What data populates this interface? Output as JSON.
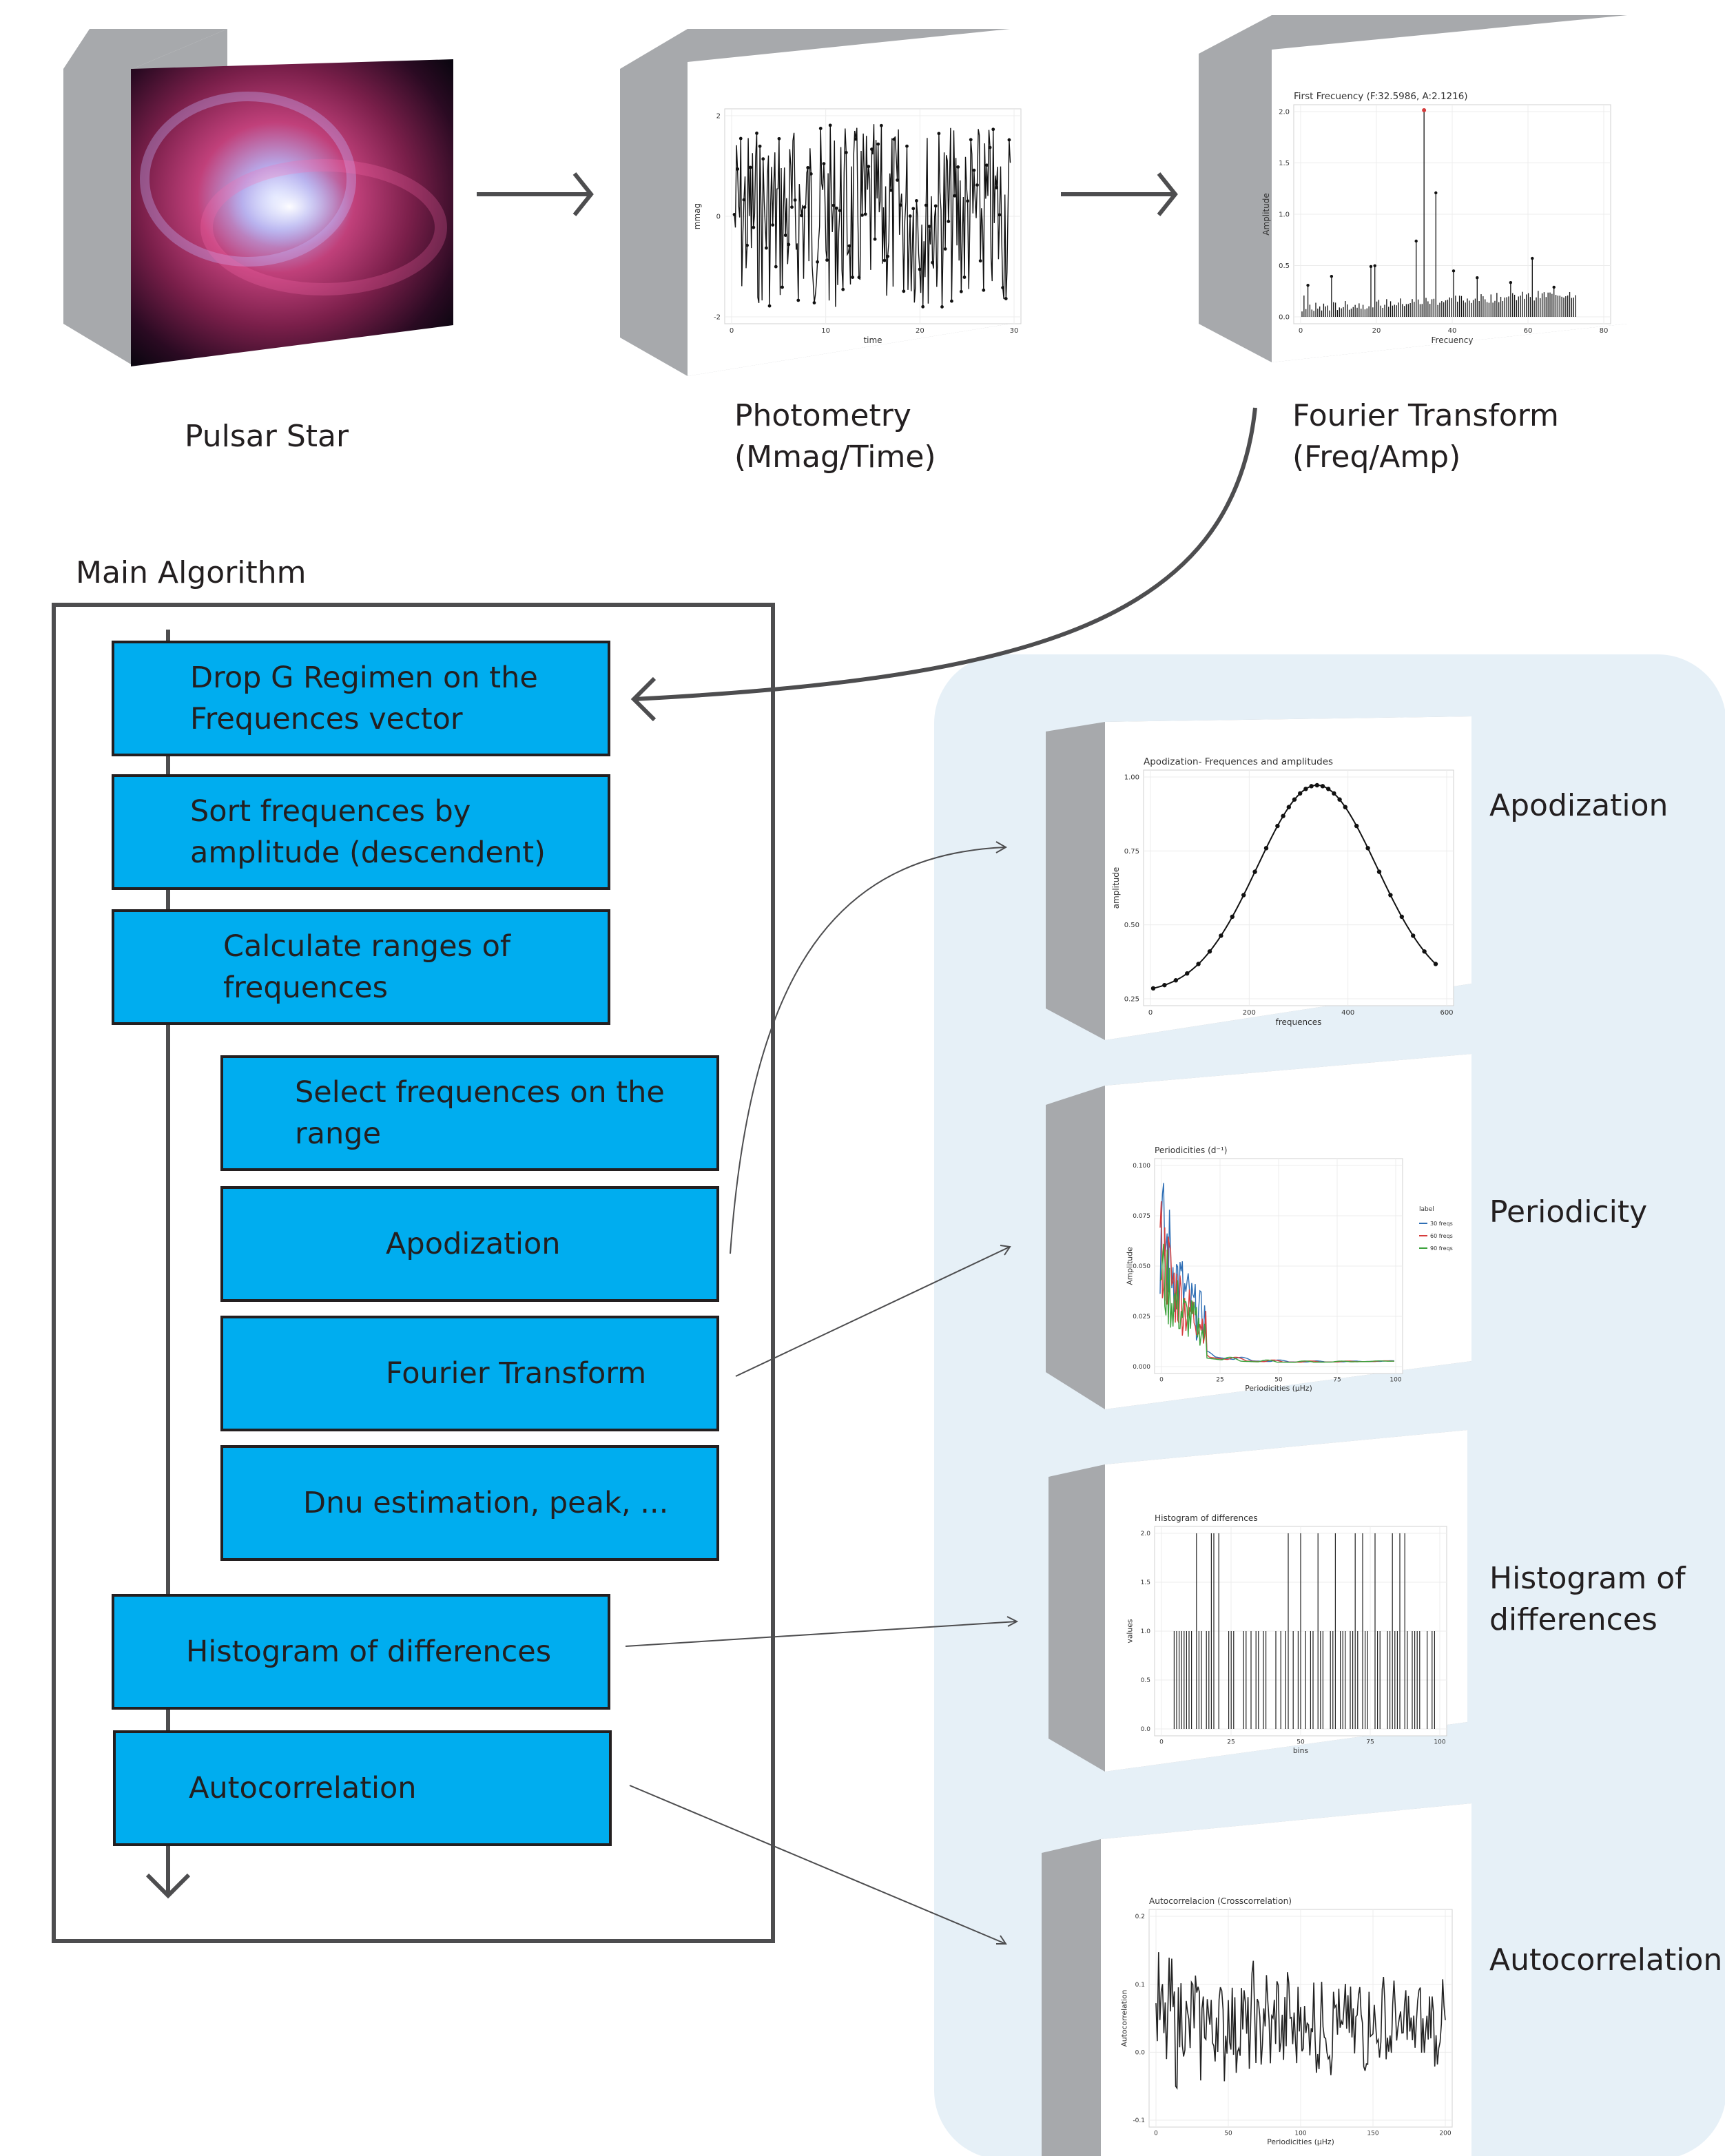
{
  "pipeline": {
    "pulsar": "Pulsar Star",
    "photometry": "Photometry\n(Mmag/Time)",
    "fourier": "Fourier Transform\n(Freq/Amp)"
  },
  "algorithm": {
    "title": "Main Algorithm",
    "steps": [
      "Drop G Regimen on the\nFrequences vector",
      "Sort frequences by\namplitude (descendent)",
      "Calculate ranges of\nfrequences",
      "Select frequences on the\nrange",
      "Apodization",
      "Fourier Transform",
      "Dnu estimation, peak, ...",
      "Histogram of differences",
      "Autocorrelation"
    ]
  },
  "outputs": {
    "apodization": "Apodization",
    "periodicity": "Periodicity",
    "histogram": "Histogram of\ndifferences",
    "autocorrelation": "Autocorrelation"
  },
  "charts": {
    "photometry": {
      "ylabel": "mmag",
      "xlabel": "time",
      "yticks": [
        "2",
        "0",
        "-2"
      ],
      "xticks": [
        "0",
        "10",
        "20",
        "30"
      ]
    },
    "fourier": {
      "title": "First Frecuency (F:32.5986, A:2.1216)",
      "ylabel": "Amplitude",
      "xlabel": "Frecuency",
      "yticks": [
        "2.0",
        "1.5",
        "1.0",
        "0.5",
        "0.0"
      ],
      "xticks": [
        "0",
        "20",
        "40",
        "60",
        "80"
      ]
    },
    "apodization": {
      "title": "Apodization- Frequences and amplitudes",
      "ylabel": "amplitude",
      "xlabel": "frequences",
      "yticks": [
        "1.00",
        "0.75",
        "0.50",
        "0.25"
      ],
      "xticks": [
        "0",
        "200",
        "400",
        "600"
      ]
    },
    "periodicity": {
      "title": "Periodicities (d⁻¹)",
      "ylabel": "Amplitude",
      "xlabel": "Periodicities (μHz)",
      "yticks": [
        "0.100",
        "0.075",
        "0.050",
        "0.025",
        "0.000"
      ],
      "xticks": [
        "0",
        "25",
        "50",
        "75",
        "100"
      ],
      "legend_title": "label",
      "legend": [
        "30 freqs",
        "60 freqs",
        "90 freqs"
      ],
      "colors": [
        "#2f6fb5",
        "#d63c3c",
        "#3aa13a"
      ]
    },
    "histogram": {
      "title": "Histogram of differences",
      "ylabel": "values",
      "xlabel": "bins",
      "yticks": [
        "2.0",
        "1.5",
        "1.0",
        "0.5",
        "0.0"
      ],
      "xticks": [
        "0",
        "25",
        "50",
        "75",
        "100"
      ]
    },
    "autocorrelation": {
      "title": "Autocorrelacion (Crosscorrelation)",
      "ylabel": "Autocorrelation",
      "xlabel": "Periodicities (μHz)",
      "yticks": [
        "0.2",
        "0.1",
        "0.0",
        "-0.1"
      ],
      "xticks": [
        "0",
        "50",
        "100",
        "150",
        "200"
      ]
    }
  },
  "colors": {
    "step_fill": "#00adef",
    "panel_bg": "#e6f0f7",
    "box_side": "#a7a9ac",
    "arrow": "#4d4d4f"
  }
}
